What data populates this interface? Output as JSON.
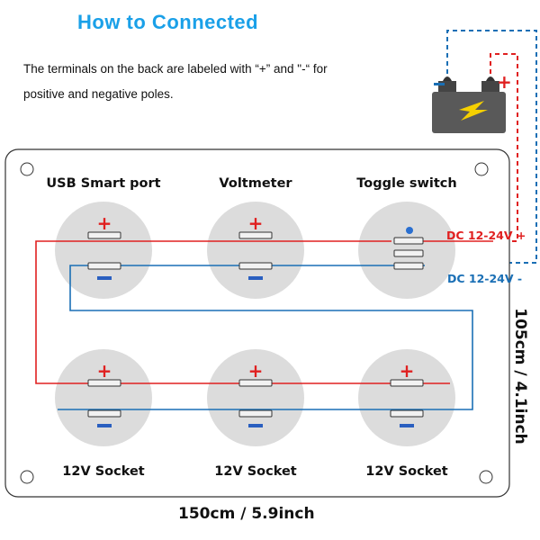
{
  "header": {
    "title": "How to Connected",
    "description_line1": "The terminals on the back are labeled with “+” and \"-“ for",
    "description_line2": "positive and negative poles."
  },
  "components": {
    "top_left": "USB Smart port",
    "top_middle": "Voltmeter",
    "top_right": "Toggle switch",
    "bottom_left": "12V Socket",
    "bottom_middle": "12V Socket",
    "bottom_right": "12V Socket"
  },
  "wires": {
    "positive_label": "DC 12-24V +",
    "negative_label": "DC 12-24V -",
    "positive_color": "#e02020",
    "negative_color": "#1a6fb5"
  },
  "dimensions": {
    "width": "150cm / 5.9inch",
    "height": "105cm / 4.1inch"
  },
  "symbols": {
    "plus": "+",
    "minus": "—"
  }
}
